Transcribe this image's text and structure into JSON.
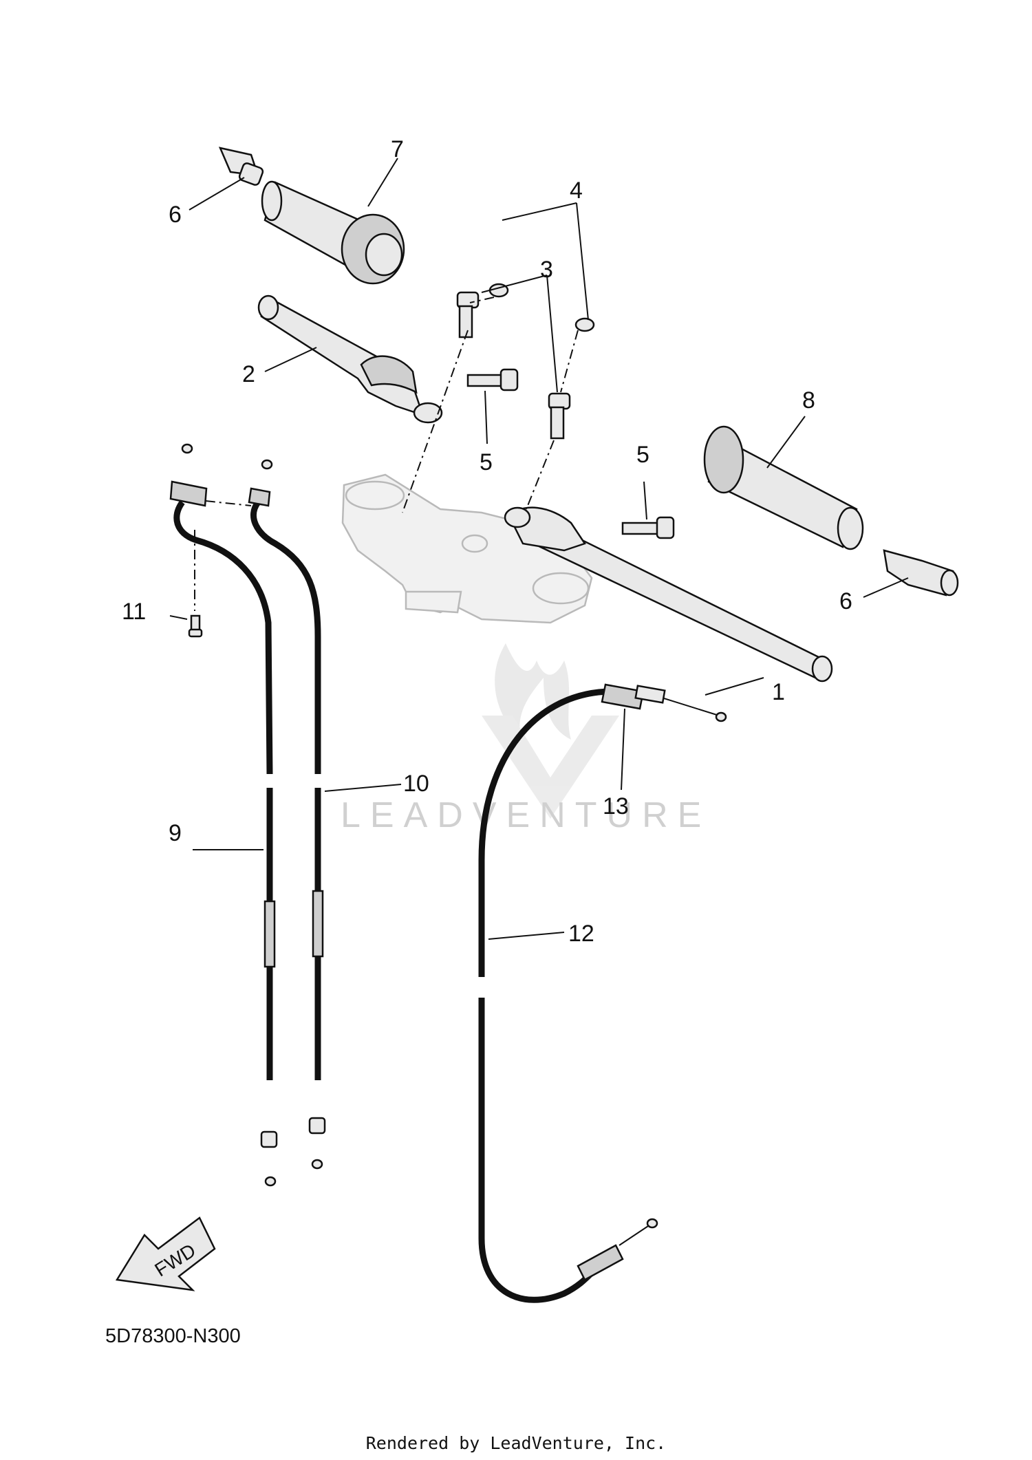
{
  "diagram": {
    "code": "5D78300-N300",
    "fwd_label": "FWD",
    "watermark": "LEADVENTURE",
    "footer": "Rendered by LeadVenture, Inc.",
    "callouts": [
      "1",
      "2",
      "3",
      "4",
      "5",
      "5",
      "6",
      "6",
      "7",
      "8",
      "9",
      "10",
      "11",
      "12",
      "13"
    ]
  }
}
